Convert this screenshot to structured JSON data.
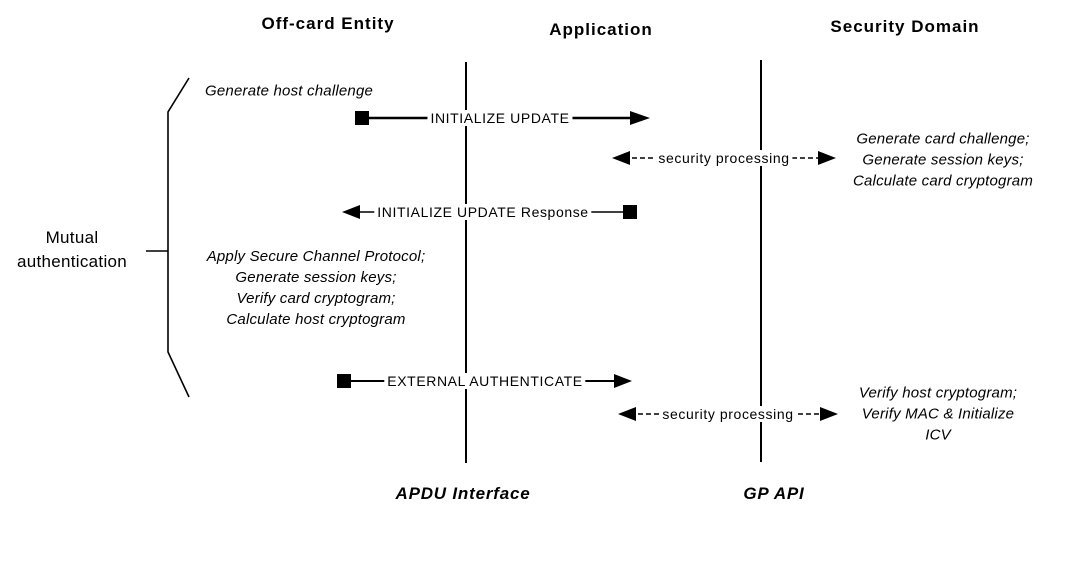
{
  "diagram": {
    "columns": {
      "off_card_entity": "Off-card Entity",
      "application": "Application",
      "security_domain": "Security Domain"
    },
    "interfaces": {
      "apdu": "APDU Interface",
      "gp_api": "GP API"
    },
    "brace_caption": {
      "line1": "Mutual",
      "line2": "authentication"
    },
    "messages": {
      "initialize_update": "INITIALIZE UPDATE",
      "security_processing_1": "security processing",
      "initialize_update_response": "INITIALIZE UPDATE Response",
      "external_authenticate": "EXTERNAL AUTHENTICATE",
      "security_processing_2": "security processing"
    },
    "annotations": {
      "host_challenge": "Generate host challenge",
      "card_side_initialize": [
        "Generate card challenge;",
        "Generate session keys;",
        "Calculate card cryptogram"
      ],
      "host_side_secure_channel": [
        "Apply Secure Channel Protocol;",
        "Generate session keys;",
        "Verify card cryptogram;",
        "Calculate host cryptogram"
      ],
      "card_side_authenticate": [
        "Verify host cryptogram;",
        "Verify MAC & Initialize",
        "ICV"
      ]
    },
    "colors": {
      "line": "#000000",
      "text": "#000000",
      "background": "#ffffff"
    }
  }
}
